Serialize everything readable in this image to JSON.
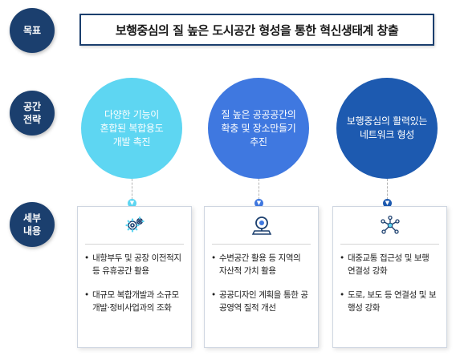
{
  "labels": {
    "goal": "목표",
    "strategy": "공간\n전략",
    "detail": "세부\n내용"
  },
  "goal_text": "보행중심의 질 높은 도시공간 형성을 통한 혁신생태계 창출",
  "strategies": [
    {
      "text": "다양한 기능이\n혼합된 복합용도\n개발 촉진",
      "color": "#5ed6f2",
      "icon": "gears-icon"
    },
    {
      "text": "질 높은 공공공간의\n확충 및 장소만들기\n추진",
      "color": "#3f78e0",
      "icon": "map-pin-icon"
    },
    {
      "text": "보행중심의 활력있는\n네트워크 형성",
      "color": "#1d5ab0",
      "icon": "network-icon"
    }
  ],
  "details": [
    {
      "items": [
        "내항부두 및 공장 이전적지\n등 유휴공간 활용",
        "대규모 복합개발과 소규모\n개발·정비사업과의 조화"
      ]
    },
    {
      "items": [
        "수변공간 활용 등 지역의\n자산적 가치 활용",
        "공공디자인 계획을 통한 공\n공영역 질적 개선"
      ]
    },
    {
      "items": [
        "대중교통 접근성 및 보행\n연결성 강화",
        "도로, 보도 등 연결성 및 보\n행성 강화"
      ]
    }
  ]
}
